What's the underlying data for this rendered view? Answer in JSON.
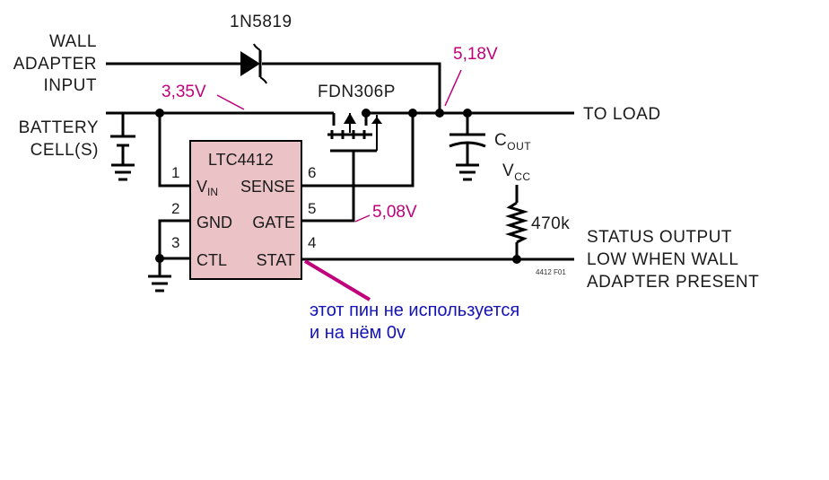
{
  "labels": {
    "wall_adapter": [
      "WALL",
      "ADAPTER",
      "INPUT"
    ],
    "battery": [
      "BATTERY",
      "CELL(S)"
    ],
    "diode": "1N5819",
    "mosfet": "FDN306P",
    "to_load": "TO LOAD",
    "cout_main": "C",
    "cout_sub": "OUT",
    "vcc_main": "V",
    "vcc_sub": "CC",
    "resistor": "470k",
    "status": [
      "STATUS OUTPUT",
      "LOW WHEN WALL",
      "ADAPTER PRESENT"
    ],
    "tiny_ref": "4412 F01"
  },
  "chip": {
    "name": "LTC4412",
    "left_pins": [
      {
        "num": "1",
        "name": "V",
        "sub": "IN"
      },
      {
        "num": "2",
        "name": "GND",
        "sub": ""
      },
      {
        "num": "3",
        "name": "CTL",
        "sub": ""
      }
    ],
    "right_pins": [
      {
        "num": "6",
        "name": "SENSE"
      },
      {
        "num": "5",
        "name": "GATE"
      },
      {
        "num": "4",
        "name": "STAT"
      }
    ]
  },
  "annotations": {
    "v_battery": "3,35V",
    "v_output": "5,18V",
    "v_gate": "5,08V",
    "note": [
      "этот пин не используется",
      "и на нём 0v"
    ]
  },
  "colors": {
    "chip_fill": "#ebc3c6",
    "annotation": "#c0007a",
    "note": "#1414b4"
  }
}
